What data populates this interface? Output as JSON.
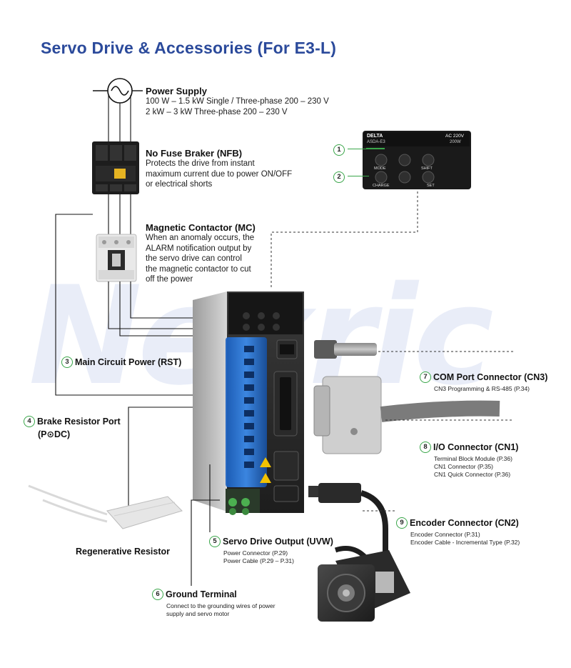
{
  "title": "Servo Drive & Accessories (For E3-L)",
  "watermark": "Nexric",
  "power_supply": {
    "title": "Power Supply",
    "line1": "100 W – 1.5 kW Single / Three-phase 200 – 230 V",
    "line2": "2 kW – 3 kW Three-phase 200 – 230 V"
  },
  "nfb": {
    "title": "No Fuse Braker (NFB)",
    "lines": [
      "Protects the drive from instant",
      "maximum current due to power ON/OFF",
      "or electrical shorts"
    ]
  },
  "mc": {
    "title": "Magnetic Contactor (MC)",
    "lines": [
      "When an anomaly occurs, the",
      "ALARM notification output by",
      "the servo drive can control",
      "the magnetic contactor to cut",
      "off the power"
    ]
  },
  "panel": {
    "brand": "DELTA",
    "model": "ASDA-E3",
    "rating_line1": "AC 220V",
    "rating_line2": "200W",
    "btn_mode": "MODE",
    "btn_shift": "SHIFT",
    "btn_charge": "CHARGE",
    "btn_set": "SET",
    "marker1": "1",
    "marker2": "2"
  },
  "callouts": {
    "c3": {
      "num": "3",
      "title": "Main Circuit Power (RST)"
    },
    "c4": {
      "num": "4",
      "title": "Brake Resistor Port",
      "title2": "(P⊙DC)"
    },
    "c5": {
      "num": "5",
      "title": "Servo Drive Output (UVW)",
      "lines": [
        "Power Connector (P.29)",
        "Power Cable (P.29 – P.31)"
      ]
    },
    "c6": {
      "num": "6",
      "title": "Ground Terminal",
      "lines": [
        "Connect to the grounding wires of power",
        "supply and servo motor"
      ]
    },
    "c7": {
      "num": "7",
      "title": "COM Port Connector (CN3)",
      "lines": [
        "CN3 Programming & RS-485 (P.34)"
      ]
    },
    "c8": {
      "num": "8",
      "title": "I/O Connector (CN1)",
      "lines": [
        "Terminal Block Module (P.36)",
        "CN1 Connector (P.35)",
        "CN1 Quick Connector (P.36)"
      ]
    },
    "c9": {
      "num": "9",
      "title": "Encoder Connector (CN2)",
      "lines": [
        "Encoder Connector (P.31)",
        "Encoder Cable - Incremental Type (P.32)"
      ]
    }
  },
  "regen": {
    "title": "Regenerative Resistor"
  },
  "colors": {
    "title": "#2b4a9b",
    "marker": "#3aa64a",
    "drive_blue": "#1f6fd1"
  }
}
